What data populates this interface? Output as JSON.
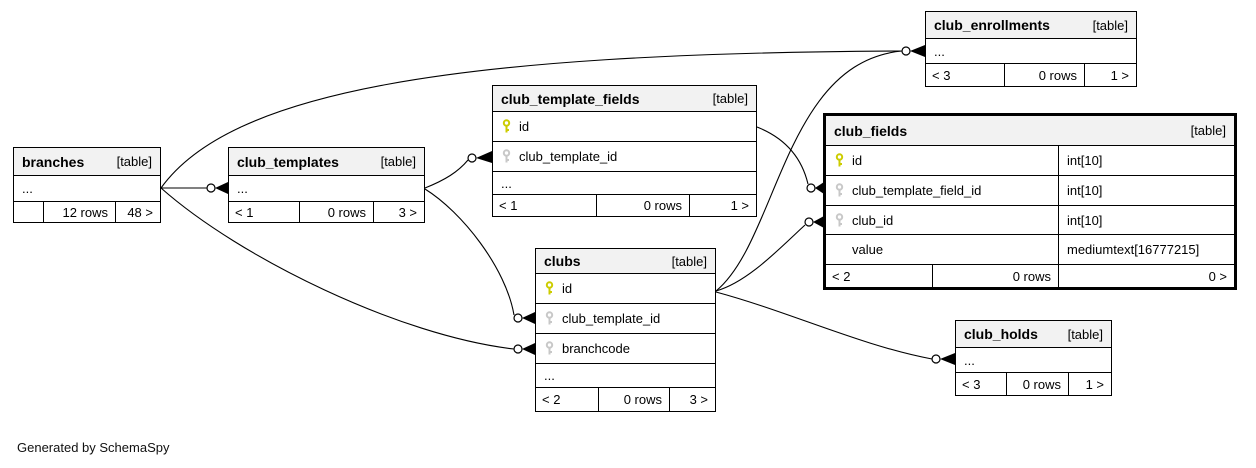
{
  "footer_note": "Generated by SchemaSpy",
  "colors": {
    "primary_key": "#cccc00",
    "foreign_key": "#c8c8c8",
    "header_bg": "#f2f2f2",
    "border": "#000000"
  },
  "tables": {
    "branches": {
      "title": "branches",
      "tag": "[table]",
      "ellipsis": "...",
      "footer": {
        "parents": "",
        "rows": "12 rows",
        "children": "48 >"
      }
    },
    "club_templates": {
      "title": "club_templates",
      "tag": "[table]",
      "ellipsis": "...",
      "footer": {
        "parents": "< 1",
        "rows": "0 rows",
        "children": "3 >"
      }
    },
    "club_template_fields": {
      "title": "club_template_fields",
      "tag": "[table]",
      "ellipsis": "...",
      "columns": [
        {
          "name": "id",
          "key": "primary"
        },
        {
          "name": "club_template_id",
          "key": "foreign"
        }
      ],
      "footer": {
        "parents": "< 1",
        "rows": "0 rows",
        "children": "1 >"
      }
    },
    "club_enrollments": {
      "title": "club_enrollments",
      "tag": "[table]",
      "ellipsis": "...",
      "footer": {
        "parents": "< 3",
        "rows": "0 rows",
        "children": "1 >"
      }
    },
    "club_fields": {
      "title": "club_fields",
      "tag": "[table]",
      "columns": [
        {
          "name": "id",
          "type": "int[10]",
          "key": "primary"
        },
        {
          "name": "club_template_field_id",
          "type": "int[10]",
          "key": "foreign"
        },
        {
          "name": "club_id",
          "type": "int[10]",
          "key": "foreign"
        },
        {
          "name": "value",
          "type": "mediumtext[16777215]",
          "key": "none"
        }
      ],
      "footer": {
        "parents": "< 2",
        "rows": "0 rows",
        "children": "0 >"
      }
    },
    "clubs": {
      "title": "clubs",
      "tag": "[table]",
      "ellipsis": "...",
      "columns": [
        {
          "name": "id",
          "key": "primary"
        },
        {
          "name": "club_template_id",
          "key": "foreign"
        },
        {
          "name": "branchcode",
          "key": "foreign"
        }
      ],
      "footer": {
        "parents": "< 2",
        "rows": "0 rows",
        "children": "3 >"
      }
    },
    "club_holds": {
      "title": "club_holds",
      "tag": "[table]",
      "ellipsis": "...",
      "footer": {
        "parents": "< 3",
        "rows": "0 rows",
        "children": "1 >"
      }
    }
  },
  "relationships": [
    {
      "parent": "branches",
      "child": "club_templates"
    },
    {
      "parent": "branches",
      "child": "club_enrollments"
    },
    {
      "parent": "branches",
      "child": "clubs.branchcode"
    },
    {
      "parent": "club_templates",
      "child": "club_template_fields.club_template_id"
    },
    {
      "parent": "club_templates",
      "child": "clubs.club_template_id"
    },
    {
      "parent": "club_template_fields.id",
      "child": "club_fields.club_template_field_id"
    },
    {
      "parent": "clubs.id",
      "child": "club_enrollments"
    },
    {
      "parent": "clubs.id",
      "child": "club_fields.club_id"
    },
    {
      "parent": "clubs.id",
      "child": "club_holds"
    }
  ]
}
